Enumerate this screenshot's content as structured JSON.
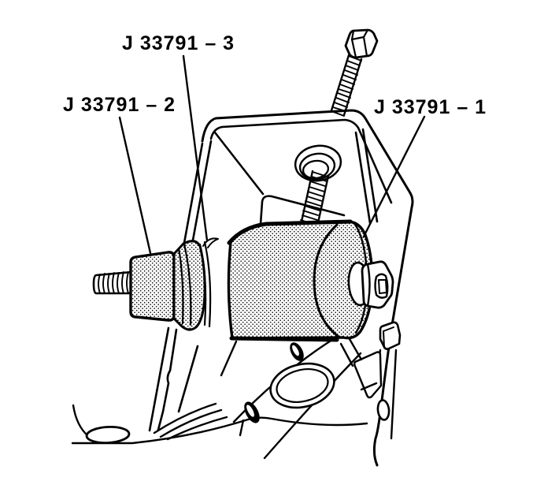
{
  "figure": {
    "kind": "technical-line-illustration",
    "background_color": "#ffffff",
    "line_color": "#000000",
    "labels": [
      {
        "text": "J 33791 – 3"
      },
      {
        "text": "J 33791 – 2"
      },
      {
        "text": "J 33791 – 1"
      }
    ]
  }
}
